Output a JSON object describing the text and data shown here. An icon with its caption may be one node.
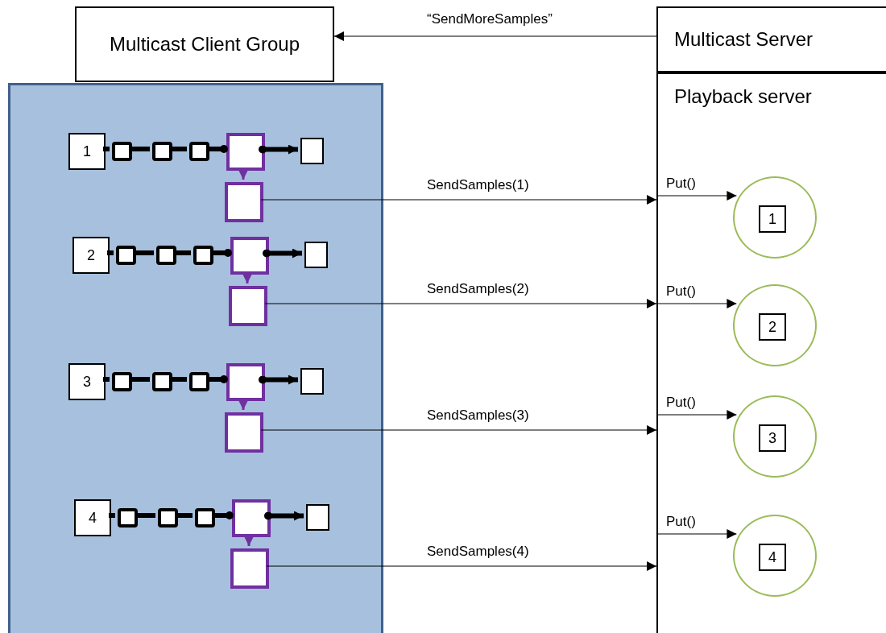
{
  "diagram": {
    "nodes": [
      {
        "text": [
          "Multicast Client Group"
        ]
      },
      {
        "text": [],
        "shape": "box"
      },
      {
        "text": [
          "Multicast Server"
        ]
      },
      {
        "text": [
          "Playback server"
        ]
      },
      {
        "text": [
          "1"
        ],
        "in": 1
      },
      {
        "text": [],
        "shape": "box",
        "in": 1
      },
      {
        "text": [],
        "shape": "box",
        "in": 1
      },
      {
        "text": [],
        "shape": "box",
        "in": 1
      },
      {
        "text": [],
        "shape": "box",
        "in": 1
      },
      {
        "text": [],
        "shape": "box",
        "in": 1
      },
      {
        "text": [],
        "shape": "box",
        "in": 1
      },
      {
        "text": [],
        "shape": "circle",
        "in": 3
      },
      {
        "text": [
          "1"
        ],
        "in": 11
      },
      {
        "text": [
          "2"
        ],
        "in": 1
      },
      {
        "text": [],
        "shape": "box",
        "in": 1
      },
      {
        "text": [],
        "shape": "box",
        "in": 1
      },
      {
        "text": [],
        "shape": "box",
        "in": 1
      },
      {
        "text": [],
        "shape": "box",
        "in": 1
      },
      {
        "text": [],
        "shape": "box",
        "in": 1
      },
      {
        "text": [],
        "shape": "box",
        "in": 1
      },
      {
        "text": [],
        "shape": "circle",
        "in": 3
      },
      {
        "text": [
          "2"
        ],
        "in": 20
      },
      {
        "text": [
          "3"
        ],
        "in": 1
      },
      {
        "text": [],
        "shape": "box",
        "in": 1
      },
      {
        "text": [],
        "shape": "box",
        "in": 1
      },
      {
        "text": [],
        "shape": "box",
        "in": 1
      },
      {
        "text": [],
        "shape": "box",
        "in": 1
      },
      {
        "text": [],
        "shape": "box",
        "in": 1
      },
      {
        "text": [],
        "shape": "box",
        "in": 1
      },
      {
        "text": [],
        "shape": "circle",
        "in": 3
      },
      {
        "text": [
          "3"
        ],
        "in": 29
      },
      {
        "text": [
          "4"
        ],
        "in": 1
      },
      {
        "text": [],
        "shape": "box",
        "in": 1
      },
      {
        "text": [],
        "shape": "box",
        "in": 1
      },
      {
        "text": [],
        "shape": "box",
        "in": 1
      },
      {
        "text": [],
        "shape": "box",
        "in": 1
      },
      {
        "text": [],
        "shape": "box",
        "in": 1
      },
      {
        "text": [],
        "shape": "box",
        "in": 1
      },
      {
        "text": [],
        "shape": "circle",
        "in": 3
      },
      {
        "text": [
          "4"
        ],
        "in": 38
      }
    ],
    "edges": [
      {
        "from": 2,
        "to": 0,
        "arrow": "to",
        "label": "“SendMoreSamples”"
      },
      {
        "from": 4,
        "to": 5,
        "arrow": "none"
      },
      {
        "from": 5,
        "to": 6,
        "arrow": "none"
      },
      {
        "from": 6,
        "to": 7,
        "arrow": "none"
      },
      {
        "from": 7,
        "to": 8,
        "arrow": "other"
      },
      {
        "from": 8,
        "to": 9,
        "arrow": "to"
      },
      {
        "from": 8,
        "to": 10,
        "arrow": "to",
        "color": "#7030a0"
      },
      {
        "from": 10,
        "to": 3,
        "arrow": "to",
        "label": "SendSamples(1)"
      },
      {
        "from": 3,
        "to": 11,
        "arrow": "to",
        "label": "Put()"
      },
      {
        "from": 13,
        "to": 14,
        "arrow": "none"
      },
      {
        "from": 14,
        "to": 15,
        "arrow": "none"
      },
      {
        "from": 15,
        "to": 16,
        "arrow": "none"
      },
      {
        "from": 16,
        "to": 17,
        "arrow": "other"
      },
      {
        "from": 17,
        "to": 18,
        "arrow": "to"
      },
      {
        "from": 17,
        "to": 19,
        "arrow": "to",
        "color": "#7030a0"
      },
      {
        "from": 19,
        "to": 3,
        "arrow": "to",
        "label": "SendSamples(2)"
      },
      {
        "from": 3,
        "to": 20,
        "arrow": "to",
        "label": "Put()"
      },
      {
        "from": 22,
        "to": 23,
        "arrow": "none"
      },
      {
        "from": 23,
        "to": 24,
        "arrow": "none"
      },
      {
        "from": 24,
        "to": 25,
        "arrow": "none"
      },
      {
        "from": 25,
        "to": 26,
        "arrow": "other"
      },
      {
        "from": 26,
        "to": 27,
        "arrow": "to"
      },
      {
        "from": 26,
        "to": 28,
        "arrow": "to",
        "color": "#7030a0"
      },
      {
        "from": 28,
        "to": 3,
        "arrow": "to",
        "label": "SendSamples(3)"
      },
      {
        "from": 3,
        "to": 29,
        "arrow": "to",
        "label": "Put()"
      },
      {
        "from": 31,
        "to": 32,
        "arrow": "none"
      },
      {
        "from": 32,
        "to": 33,
        "arrow": "none"
      },
      {
        "from": 33,
        "to": 34,
        "arrow": "none"
      },
      {
        "from": 34,
        "to": 35,
        "arrow": "other"
      },
      {
        "from": 35,
        "to": 36,
        "arrow": "to"
      },
      {
        "from": 35,
        "to": 37,
        "arrow": "to",
        "color": "#7030a0"
      },
      {
        "from": 37,
        "to": 3,
        "arrow": "to",
        "label": "SendSamples(4)"
      },
      {
        "from": 3,
        "to": 38,
        "arrow": "to",
        "label": "Put()"
      }
    ]
  }
}
